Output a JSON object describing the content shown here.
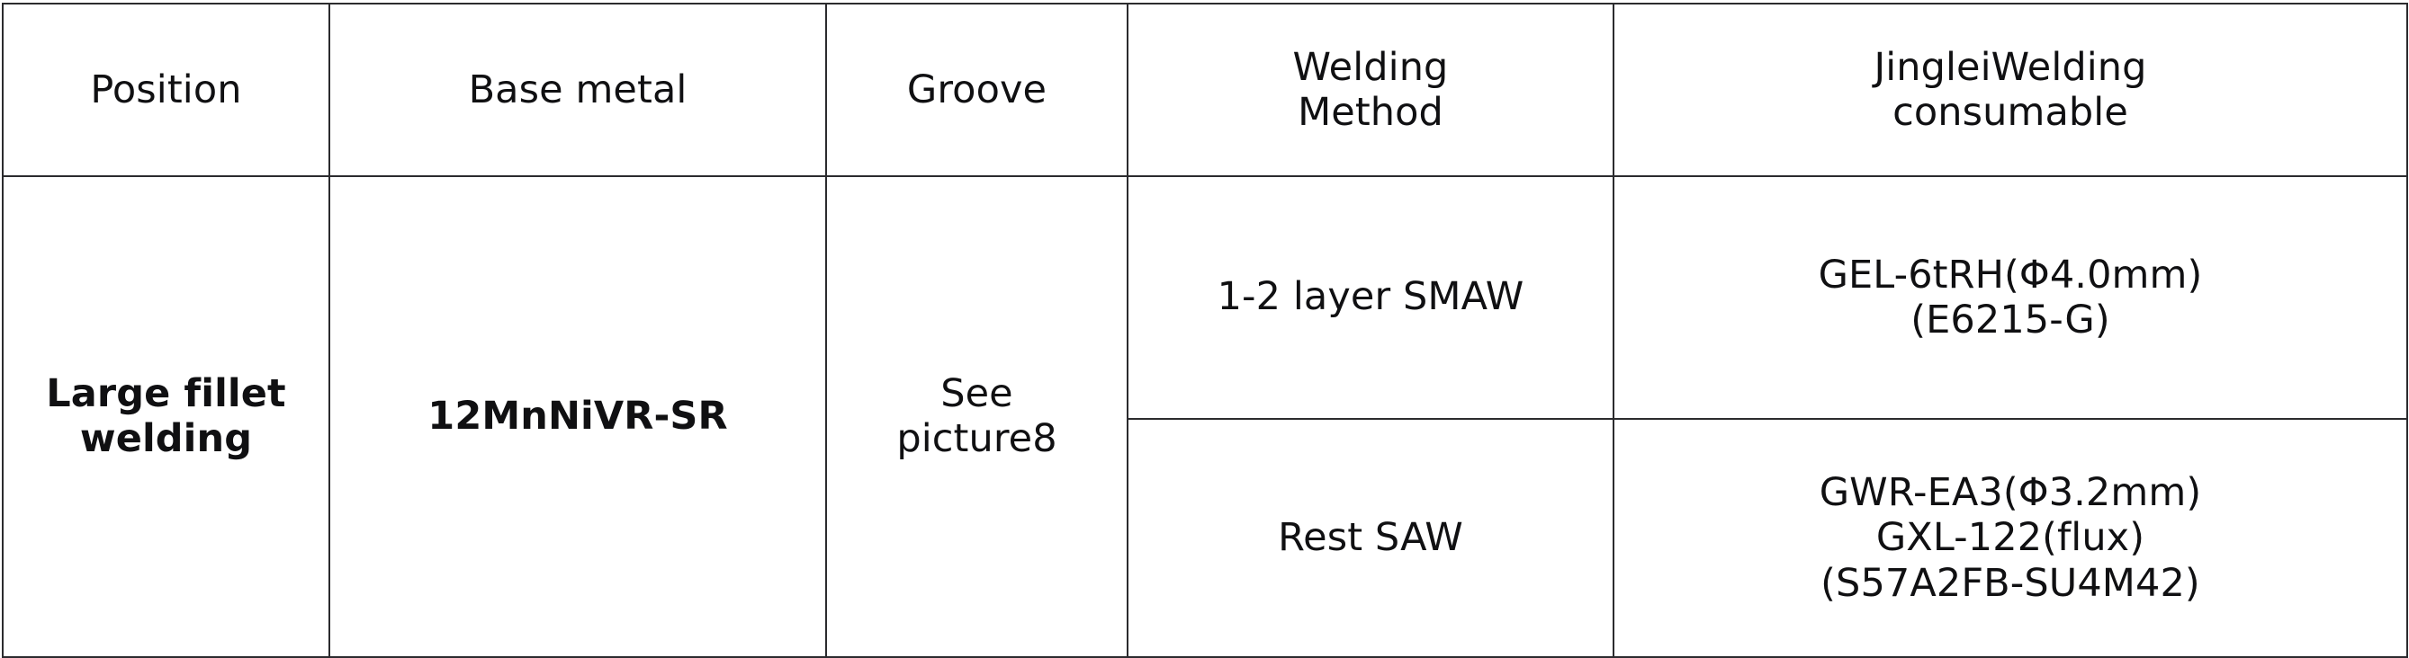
{
  "table": {
    "columns": [
      {
        "key": "position",
        "header": "Position"
      },
      {
        "key": "base_metal",
        "header": "Base metal"
      },
      {
        "key": "groove",
        "header": "Groove"
      },
      {
        "key": "method",
        "header_lines": [
          "Welding",
          "Method"
        ]
      },
      {
        "key": "consumable",
        "header_lines": [
          "JingleiWelding",
          "consumable"
        ]
      }
    ],
    "header": {
      "position": "Position",
      "base_metal": "Base metal",
      "groove": "Groove",
      "method_line1": "Welding",
      "method_line2": "Method",
      "consumable_line1": "JingleiWelding",
      "consumable_line2": "consumable"
    },
    "body": {
      "position_line1": "Large fillet",
      "position_line2": "welding",
      "base_metal": "12MnNiVR-SR",
      "groove_line1": "See",
      "groove_line2": "picture8",
      "rows": [
        {
          "method": "1-2 layer SMAW",
          "consumable_line1": "GEL-6tRH(Φ4.0mm)",
          "consumable_line2": "(E6215-G)",
          "consumable_line3": ""
        },
        {
          "method": "Rest SAW",
          "consumable_line1": "GWR-EA3(Φ3.2mm)",
          "consumable_line2": "GXL-122(flux)",
          "consumable_line3": "(S57A2FB-SU4M42)"
        }
      ]
    },
    "style": {
      "border_color": "#2b2b2e",
      "text_color": "#101012",
      "background": "#ffffff"
    }
  }
}
